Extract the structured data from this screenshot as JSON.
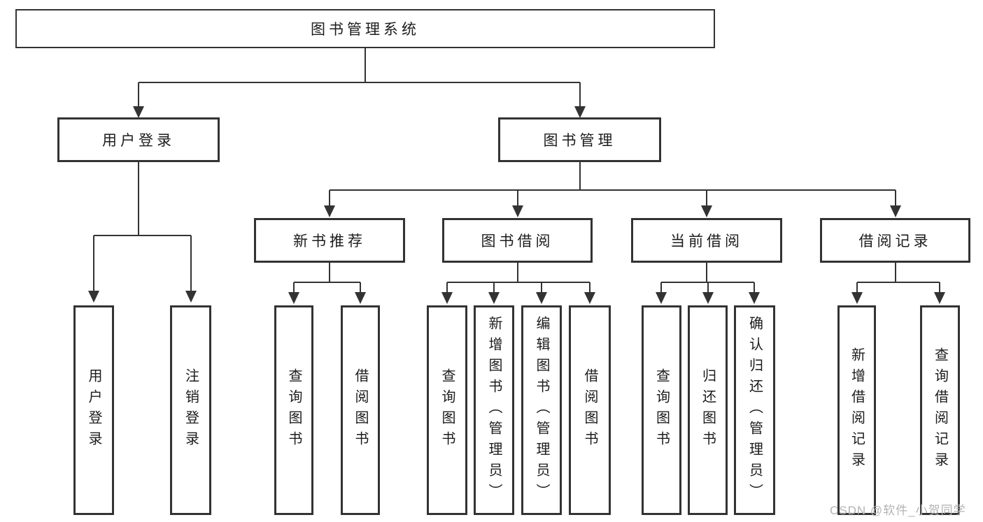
{
  "root": {
    "label": "图书管理系统"
  },
  "branches": {
    "user_login": {
      "label": "用户登录",
      "children": [
        "用户登录",
        "注销登录"
      ]
    },
    "book_management": {
      "label": "图书管理",
      "children": {
        "new_book_recommend": {
          "label": "新书推荐",
          "children": [
            "查询图书",
            "借阅图书"
          ]
        },
        "book_borrow": {
          "label": "图书借阅",
          "children": [
            "查询图书",
            "新增图书（管理员）",
            "编辑图书（管理员）",
            "借阅图书"
          ]
        },
        "current_borrow": {
          "label": "当前借阅",
          "children": [
            "查询图书",
            "归还图书",
            "确认归还（管理员）"
          ]
        },
        "borrow_record": {
          "label": "借阅记录",
          "children": [
            "新增借阅记录",
            "查询借阅记录"
          ]
        }
      }
    }
  },
  "watermark": {
    "text": "CSDN @软件_小贺同学"
  },
  "colors": {
    "line": "#333333",
    "box_border": "#333333",
    "box_background": "#ffffff",
    "text": "#1c1c1c",
    "watermark": "#b3b3b3",
    "page_background": "#ffffff"
  }
}
